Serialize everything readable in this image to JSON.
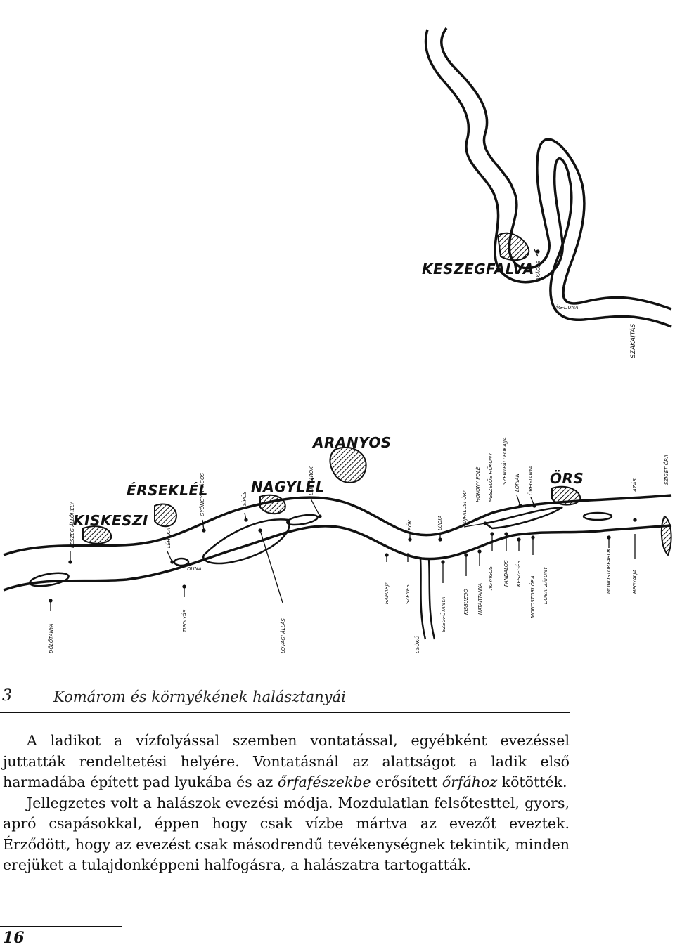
{
  "map": {
    "places": {
      "keszegfalva": "KESZEGFALVA",
      "aranyos": "ARANYOS",
      "ersekle": "ÉRSEKLÉL",
      "nagylel": "NAGYLÉL",
      "kiskeszi": "KISKESZI",
      "ors": "ÖRS"
    },
    "river_labels": {
      "duna": "DUNA",
      "vag_duna": "VÁG-DUNA"
    },
    "spots": [
      "AKÁCOS",
      "SZAKAJTÁS",
      "KESZEG ÁLLÓHELY",
      "DŐLŐTANYA",
      "LÉHOKA",
      "TIPOLYÁS",
      "GYÖNGYVIRÁGOS",
      "CSÍPŐS",
      "LOVAGI ÁLLÁS",
      "LÉRI FAROK",
      "HAMARJA",
      "SZENES",
      "CSÓKÓ",
      "BÖK",
      "SZEGFŰTANYA",
      "LÚDIA",
      "KISBUZGÓ",
      "HATÁRTANYA",
      "AGYAGOS",
      "ÚJFALUSI ÓRA",
      "HŐKONY FOLÉ",
      "MESZELŐS HŐKONY",
      "SZENTPÁLI FOKAJJA",
      "PANDALOS",
      "KESZEGÉS",
      "MONOSTORI ÓRA",
      "DOBAI ZÁTONY",
      "LORIÁN",
      "ÖREGTANYA",
      "MONOSTORFAROK",
      "HEGYALJA",
      "AZÁS",
      "SZIGET ÓRA"
    ]
  },
  "caption": {
    "number": "3",
    "title": "Komárom és környékének halásztanyái"
  },
  "text": {
    "p1_a": "A ladikot a vízfolyással szemben vontatással, egyébként evezéssel juttatták rendeltetési helyére. Vontatásnál az alattságot a ladik első harmadába épített pad lyukába és az ",
    "p1_em1": "őrfafészekbe",
    "p1_b": " erősített ",
    "p1_em2": "őrfához",
    "p1_c": " kötötték.",
    "p2": "Jellegzetes volt a halászok evezési módja. Mozdulatlan felsőtesttel, gyors, apró csapásokkal, éppen hogy csak vízbe mártva az evezőt eveztek. Érződött, hogy az evezést csak másodrendű tevékenységnek tekintik, minden erejüket a tulajdonképpeni halfogásra, a halászatra tartogatták."
  },
  "page_number": "16"
}
